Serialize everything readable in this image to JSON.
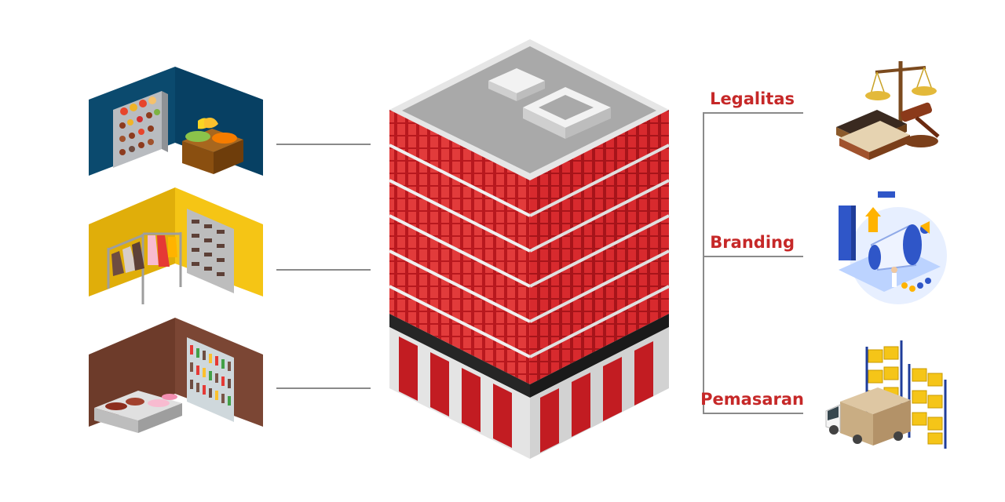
{
  "categories": [
    {
      "label": "Legalitas",
      "icon": "law-scales-icon"
    },
    {
      "label": "Branding",
      "icon": "branding-megaphone-icon"
    },
    {
      "label": "Pemasaran",
      "icon": "delivery-truck-warehouse-icon"
    }
  ],
  "shops": [
    {
      "icon": "grocery-store-icon"
    },
    {
      "icon": "clothing-store-icon"
    },
    {
      "icon": "meat-drinks-store-icon"
    }
  ],
  "colors": {
    "label": "#c62828",
    "building_red": "#d32027",
    "connector": "#8a8a8a"
  }
}
